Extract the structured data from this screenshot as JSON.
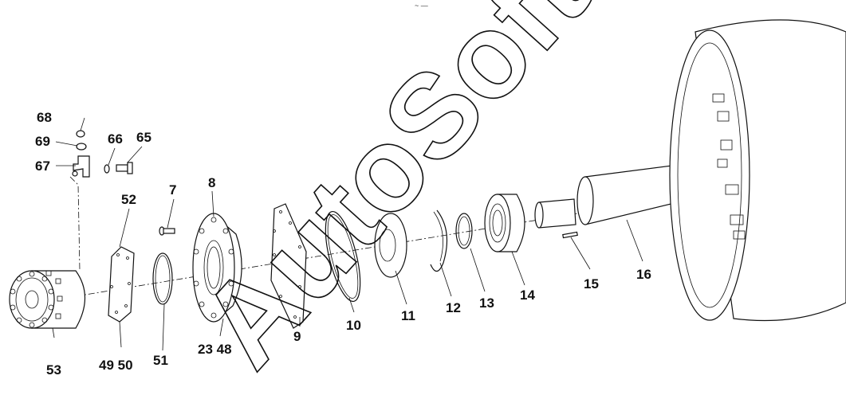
{
  "watermark": "AutoSoft",
  "header_mark": "~ —",
  "callouts": [
    {
      "id": "c68",
      "text": "68"
    },
    {
      "id": "c69",
      "text": "69"
    },
    {
      "id": "c67",
      "text": "67"
    },
    {
      "id": "c66",
      "text": "66"
    },
    {
      "id": "c65",
      "text": "65"
    },
    {
      "id": "c7",
      "text": "7"
    },
    {
      "id": "c8",
      "text": "8"
    },
    {
      "id": "c52",
      "text": "52"
    },
    {
      "id": "c53",
      "text": "53"
    },
    {
      "id": "c49",
      "text": "49 50"
    },
    {
      "id": "c51",
      "text": "51"
    },
    {
      "id": "c23",
      "text": "23 48"
    },
    {
      "id": "c9",
      "text": "9"
    },
    {
      "id": "c10",
      "text": "10"
    },
    {
      "id": "c11",
      "text": "11"
    },
    {
      "id": "c12",
      "text": "12"
    },
    {
      "id": "c13",
      "text": "13"
    },
    {
      "id": "c14",
      "text": "14"
    },
    {
      "id": "c15",
      "text": "15"
    },
    {
      "id": "c16",
      "text": "16"
    }
  ]
}
